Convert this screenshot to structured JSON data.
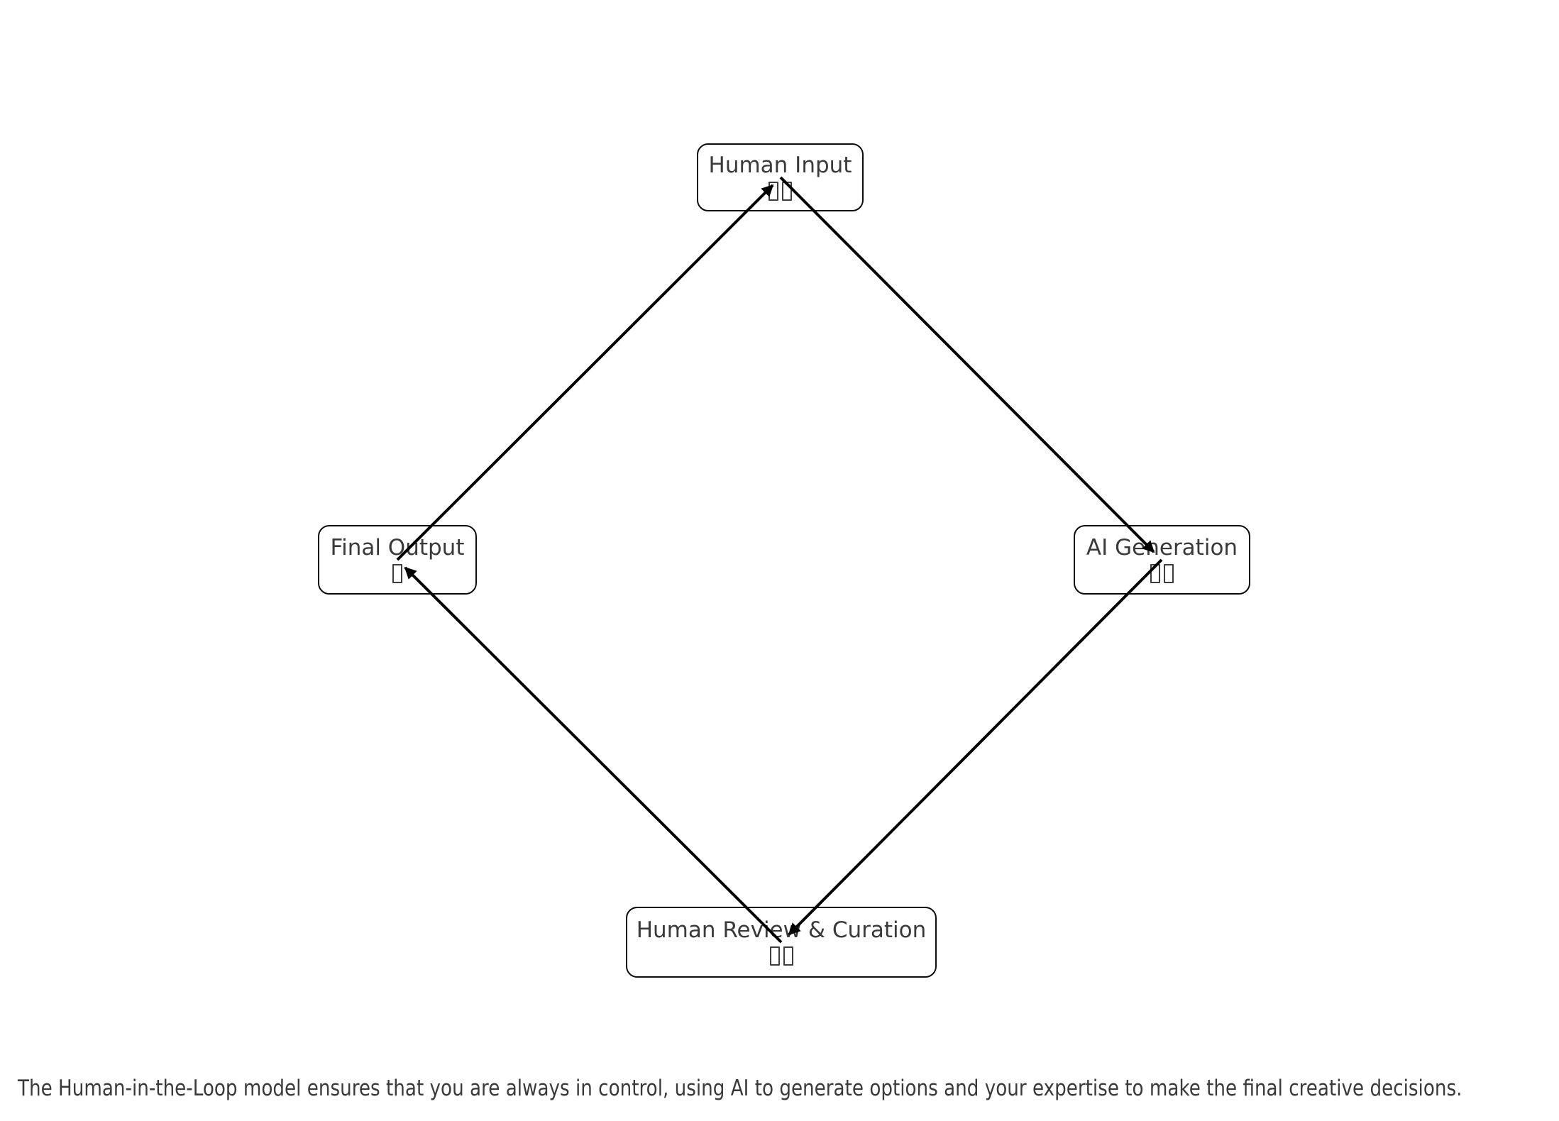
{
  "diagram": {
    "title": "Human-in-the-Loop cycle",
    "nodes": [
      {
        "id": "human-input",
        "label": "Human Input",
        "glyph_count": 2
      },
      {
        "id": "ai-generation",
        "label": "AI Generation",
        "glyph_count": 2
      },
      {
        "id": "human-review",
        "label": "Human Review & Curation",
        "glyph_count": 2
      },
      {
        "id": "final-output",
        "label": "Final Output",
        "glyph_count": 1
      }
    ],
    "edges": [
      {
        "from": "human-input",
        "to": "ai-generation"
      },
      {
        "from": "ai-generation",
        "to": "human-review"
      },
      {
        "from": "human-review",
        "to": "final-output"
      },
      {
        "from": "final-output",
        "to": "human-input"
      }
    ],
    "icons": {
      "placeholder_name": "missing-emoji-icon",
      "placeholder_style": "hollow-rectangle-tofu"
    },
    "colors": {
      "background": "#ffffff",
      "node_fill": "#ffffff",
      "node_border": "#0d0d0d",
      "text": "#3a3a3a",
      "arrow": "#000000"
    }
  },
  "caption": {
    "text": "The Human-in-the-Loop model ensures that you are always in control, using AI to generate options and your expertise to make the final creative decisions."
  }
}
